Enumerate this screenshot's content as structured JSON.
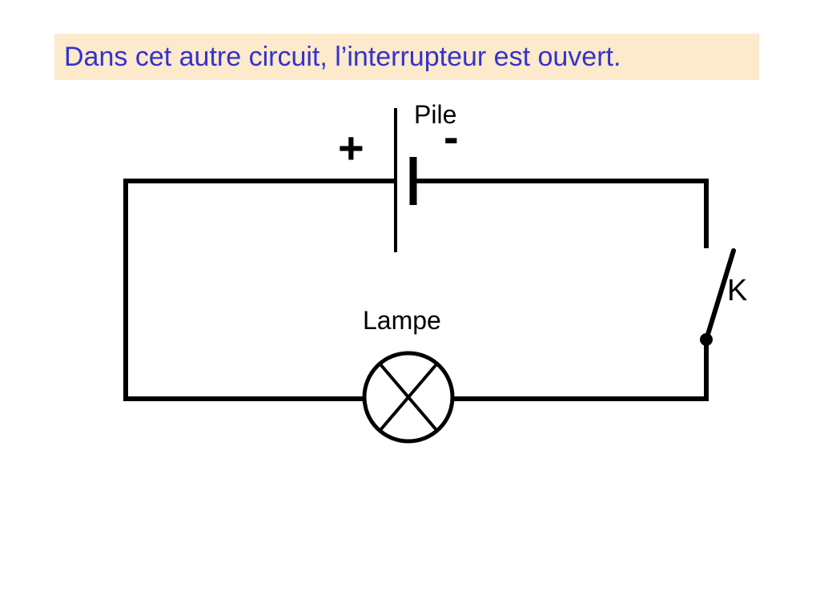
{
  "title": "Dans cet autre circuit, l’interrupteur est ouvert.",
  "labels": {
    "battery": "Pile",
    "plus": "+",
    "minus": "-",
    "lamp": "Lampe",
    "switch": "K"
  },
  "switch_state": "ouvert",
  "colors": {
    "title_text": "#3333cc",
    "title_background": "#fde9cc",
    "wire": "#000000"
  }
}
